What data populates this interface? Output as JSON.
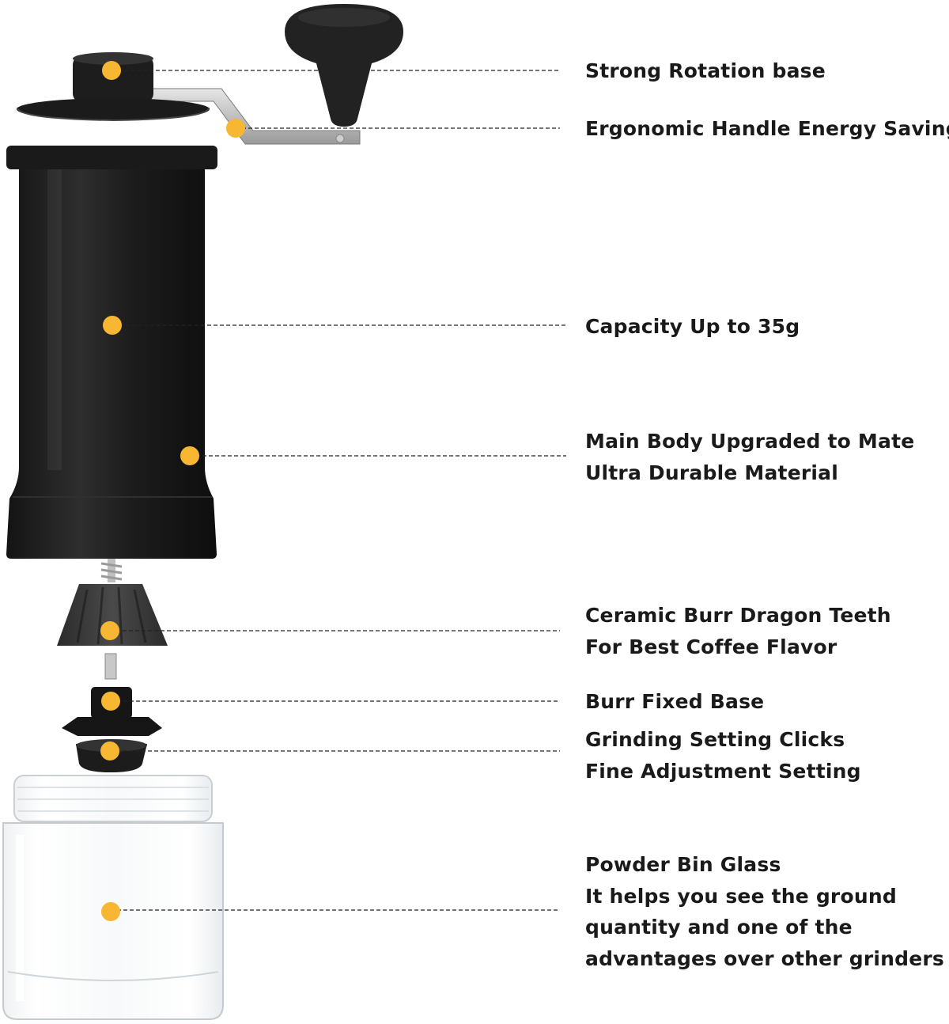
{
  "colors": {
    "marker": "#F7B733",
    "body": "#1f1f1f",
    "body_highlight": "#3a3a3a",
    "metal": "#bfbfbf",
    "glass": "#d9dde0",
    "text": "#1a1a1a"
  },
  "callouts": [
    {
      "lines": [
        "Strong Rotation base"
      ]
    },
    {
      "lines": [
        "Ergonomic Handle Energy Saving"
      ]
    },
    {
      "lines": [
        "Capacity Up to 35g"
      ]
    },
    {
      "lines": [
        "Main Body  Upgraded to Mate",
        "Ultra Durable Material"
      ]
    },
    {
      "lines": [
        "Ceramic Burr Dragon Teeth",
        "For Best Coffee Flavor"
      ]
    },
    {
      "lines": [
        "Burr Fixed Base"
      ]
    },
    {
      "lines": [
        "Grinding Setting Clicks",
        "Fine Adjustment Setting"
      ]
    },
    {
      "lines": [
        "Powder Bin Glass",
        "It helps you see the ground",
        "quantity and one of the",
        "advantages over other grinders"
      ]
    }
  ]
}
